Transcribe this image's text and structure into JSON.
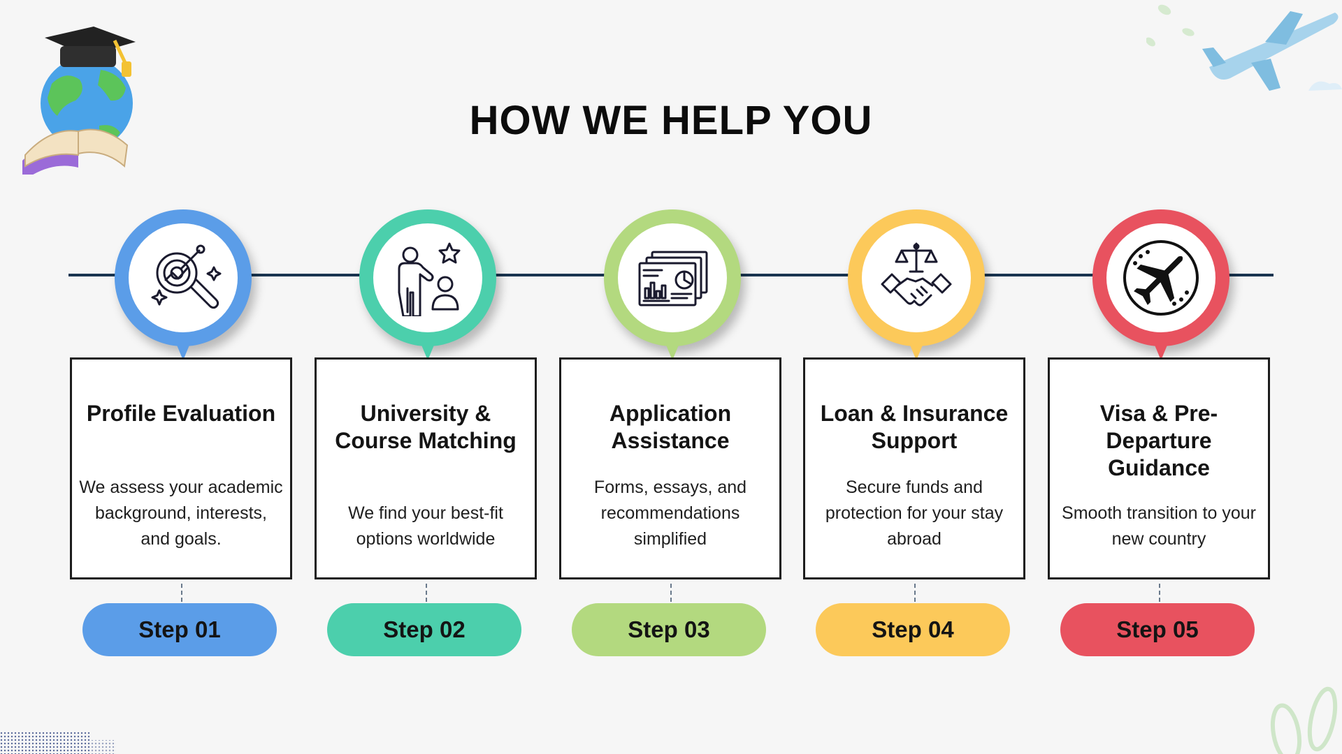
{
  "page": {
    "title": "HOW WE HELP YOU"
  },
  "steps": [
    {
      "title": "Profile Evaluation",
      "description": "We assess your academic background, interests, and goals.",
      "step_label": "Step 01",
      "color": "#5b9de8",
      "icon": "analysis-magnifier-icon"
    },
    {
      "title": "University & Course Matching",
      "description": "We find your best-fit options worldwide",
      "step_label": "Step 02",
      "color": "#4ccfac",
      "icon": "mentor-student-icon"
    },
    {
      "title": "Application Assistance",
      "description": "Forms, essays, and recommendations simplified",
      "step_label": "Step 03",
      "color": "#b3d97f",
      "icon": "documents-chart-icon"
    },
    {
      "title": "Loan & Insurance Support",
      "description": "Secure funds and protection for your stay abroad",
      "step_label": "Step 04",
      "color": "#fcc95a",
      "icon": "handshake-scales-icon"
    },
    {
      "title": "Visa & Pre-Departure Guidance",
      "description": "Smooth transition to your new country",
      "step_label": "Step 05",
      "color": "#e8525f",
      "icon": "airplane-icon"
    }
  ]
}
